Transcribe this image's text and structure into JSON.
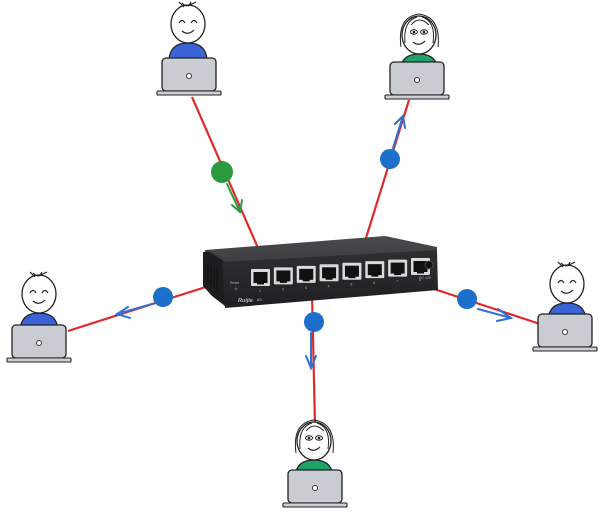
{
  "diagram": {
    "title": "",
    "device": {
      "type": "network-switch",
      "brand_label": "Ruijie",
      "model_label": "8G",
      "reset_label": "Reset",
      "port_count": 8,
      "port_labels": [
        "1",
        "2",
        "3",
        "4",
        "5",
        "6",
        "7",
        "8"
      ],
      "power_label": "DC 12V",
      "body_color": "#2e2e30"
    },
    "users": [
      {
        "id": "top-left",
        "style": "smiling",
        "hair": "short",
        "shirt_color": "#3b63d8",
        "laptop_color": "#c9ccd3"
      },
      {
        "id": "top-right",
        "style": "calm",
        "hair": "long",
        "shirt_color": "#1fa36b",
        "laptop_color": "#c9ccd3"
      },
      {
        "id": "left",
        "style": "smiling",
        "hair": "short",
        "shirt_color": "#3b63d8",
        "laptop_color": "#c9ccd3"
      },
      {
        "id": "right",
        "style": "smiling",
        "hair": "short",
        "shirt_color": "#3b63d8",
        "laptop_color": "#c9ccd3"
      },
      {
        "id": "bottom",
        "style": "calm",
        "hair": "long",
        "shirt_color": "#1fa36b",
        "laptop_color": "#c9ccd3"
      }
    ],
    "links": [
      {
        "from": "top-left",
        "to": "switch",
        "packet_color": "#2a9a3e",
        "direction": "to-switch"
      },
      {
        "from": "switch",
        "to": "top-right",
        "packet_color": "#1d6fcc",
        "direction": "from-switch"
      },
      {
        "from": "switch",
        "to": "left",
        "packet_color": "#1d6fcc",
        "direction": "from-switch"
      },
      {
        "from": "switch",
        "to": "right",
        "packet_color": "#1d6fcc",
        "direction": "from-switch"
      },
      {
        "from": "switch",
        "to": "bottom",
        "packet_color": "#1d6fcc",
        "direction": "from-switch"
      }
    ],
    "colors": {
      "cable": "#e02a2a",
      "green_packet": "#2a9a3e",
      "blue_packet": "#1d6fcc",
      "blue_arrow": "#2f6fd6",
      "green_arrow": "#2a9a3e"
    }
  }
}
